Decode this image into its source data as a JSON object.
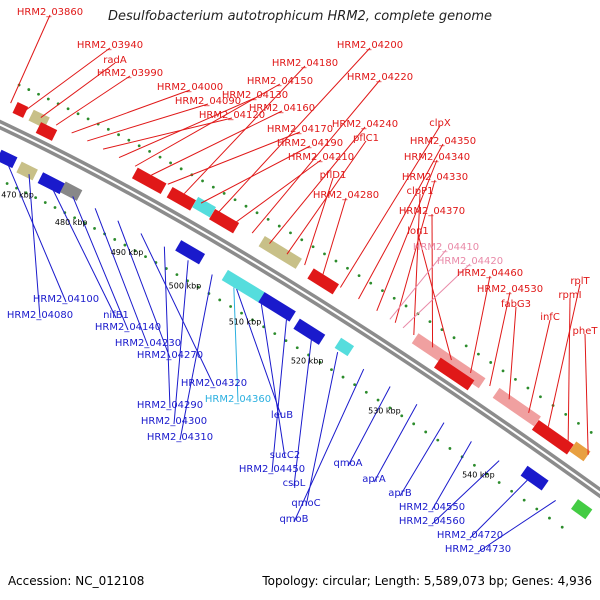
{
  "title": "Desulfobacterium autotrophicum HRM2, complete genome",
  "footer": {
    "accession": "Accession: NC_012108",
    "meta": "Topology: circular; Length: 5,589,073 bp; Genes: 4,936"
  },
  "colors": {
    "forward": "#e01818",
    "reverse": "#1a1acc",
    "rna": "#e98aa8",
    "backbone": "#8c8c8c",
    "tick": "#2c8c2c"
  },
  "ticks": [
    "470 kbp",
    "480 kbp",
    "490 kbp",
    "500 kbp",
    "510 kbp",
    "520 kbp",
    "530 kbp",
    "540 kbp"
  ],
  "forward_labels": [
    "HRM2_03860",
    "HRM2_03940",
    "radA",
    "HRM2_03990",
    "HRM2_04000",
    "HRM2_04090",
    "HRM2_04120",
    "HRM2_04130",
    "HRM2_04150",
    "HRM2_04160",
    "HRM2_04170",
    "HRM2_04180",
    "HRM2_04190",
    "HRM2_04200",
    "HRM2_04210",
    "HRM2_04220",
    "HRM2_04240",
    "pflC1",
    "pflD1",
    "HRM2_04280",
    "clpX",
    "HRM2_04350",
    "HRM2_04340",
    "HRM2_04330",
    "clpP1",
    "HRM2_04370",
    "lon1",
    "HRM2_04460",
    "HRM2_04530",
    "fabG3",
    "infC",
    "rplT",
    "rpmI",
    "pheT"
  ],
  "rna_labels": [
    "HRM2_04410",
    "HRM2_04420"
  ],
  "reverse_labels": [
    "HRM2_04100",
    "HRM2_04080",
    "nifB1",
    "HRM2_04140",
    "HRM2_04230",
    "HRM2_04270",
    "HRM2_04320",
    "HRM2_04290",
    "HRM2_04300",
    "HRM2_04310",
    "leuB",
    "sucC2",
    "HRM2_04450",
    "cspL",
    "qmoC",
    "qmoB",
    "qmoA",
    "aprA",
    "aprB",
    "HRM2_04550",
    "HRM2_04560",
    "HRM2_04720",
    "HRM2_04730"
  ],
  "cyan_labels": [
    "HRM2_04360"
  ]
}
